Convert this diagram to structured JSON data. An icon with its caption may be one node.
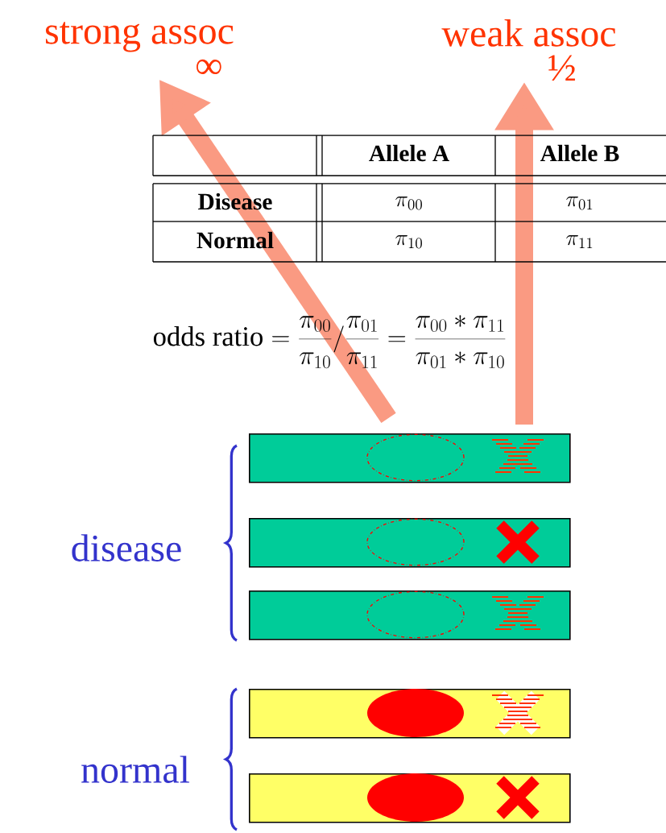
{
  "diagram": {
    "nodes": [
      {
        "text": [
          "strong assoc",
          "∞"
        ]
      },
      {
        "text": [
          "weak assoc",
          "½"
        ]
      },
      {
        "text": [],
        "shape": "bar"
      },
      {
        "text": [],
        "shape": "bar"
      },
      {
        "text": [],
        "shape": "bar"
      },
      {
        "text": [],
        "shape": "bar"
      },
      {
        "text": [],
        "shape": "bar"
      },
      {
        "text": [],
        "shape": "ellipse",
        "in": 2
      },
      {
        "text": [],
        "shape": "cross",
        "in": 2
      },
      {
        "text": [],
        "shape": "ellipse",
        "in": 3
      },
      {
        "text": [],
        "shape": "cross",
        "in": 3
      },
      {
        "text": [],
        "shape": "ellipse",
        "in": 4
      },
      {
        "text": [],
        "shape": "cross",
        "in": 4
      },
      {
        "text": [],
        "shape": "ellipse",
        "in": 5
      },
      {
        "text": [],
        "shape": "cross",
        "in": 5
      },
      {
        "text": [],
        "shape": "ellipse",
        "in": 6
      },
      {
        "text": [],
        "shape": "cross",
        "in": 6
      }
    ],
    "edges": [
      {
        "from": 7,
        "to": 0,
        "arrow": "to"
      },
      {
        "from": 8,
        "to": 1,
        "arrow": "to"
      }
    ],
    "labels": [
      "disease",
      "normal",
      "Allele A",
      "Allele B",
      "Disease",
      "\\pi_{00}",
      "\\pi_{01}",
      "Normal",
      "\\pi_{10}",
      "\\pi_{11}",
      "\\mathrm{odds\\ ratio} = \\frac{\\pi_{00}}{\\pi_{10}} \\bigg/ \\frac{\\pi_{01}}{\\pi_{11}} = \\frac{\\pi_{00} * \\pi_{11}}{\\pi_{01} * \\pi_{10}}"
    ]
  }
}
